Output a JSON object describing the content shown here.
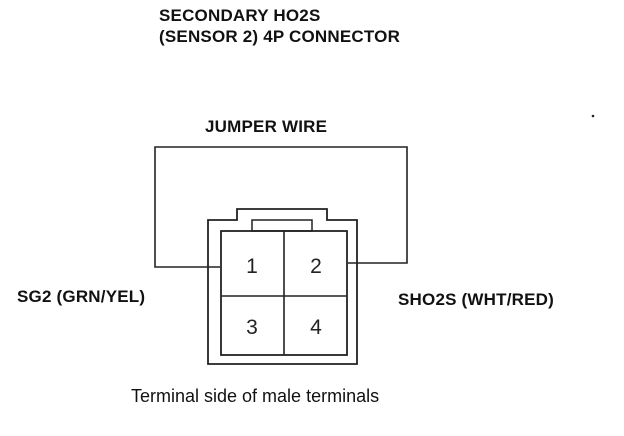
{
  "title": {
    "line1": "SECONDARY HO2S",
    "line2": "(SENSOR 2) 4P CONNECTOR"
  },
  "jumper_label": "JUMPER WIRE",
  "left_terminal_label": "SG2 (GRN/YEL)",
  "right_terminal_label": "SHO2S (WHT/RED)",
  "caption": "Terminal side of male terminals",
  "connector": {
    "pins": [
      "1",
      "2",
      "3",
      "4"
    ]
  }
}
